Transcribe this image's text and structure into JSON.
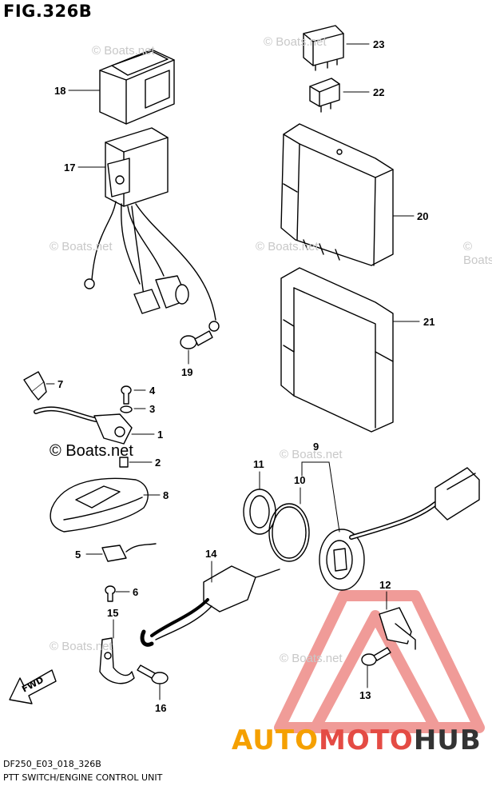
{
  "figure_title": "FIG.326B",
  "footer": {
    "code": "DF250_E03_018_326B",
    "caption": "PTT SWITCH/ENGINE CONTROL UNIT"
  },
  "watermark": {
    "small": "© Boats.net",
    "large": "© Boats.net"
  },
  "brand": {
    "part1": "AUTO",
    "part2": "MOTO",
    "part3": "HUB",
    "colors": {
      "auto": "#f5a000",
      "moto": "#e44b44",
      "hub": "#333333",
      "logo_triangle": "#e44b44"
    }
  },
  "fwd_label": "FWD",
  "callouts": [
    "1",
    "2",
    "3",
    "4",
    "5",
    "6",
    "7",
    "8",
    "9",
    "10",
    "11",
    "12",
    "13",
    "14",
    "15",
    "16",
    "17",
    "18",
    "19",
    "20",
    "21",
    "22",
    "23"
  ]
}
